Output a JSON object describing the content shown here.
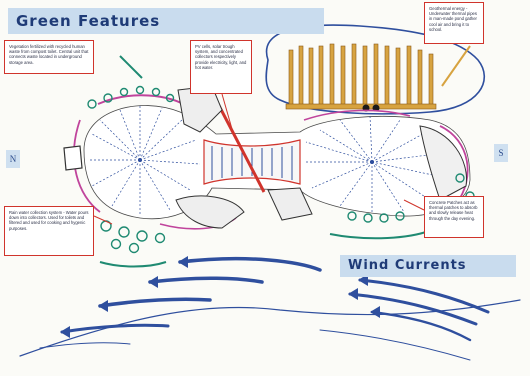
{
  "title": "Green Features",
  "wind_label": "Wind Currents",
  "compass": {
    "north": "N",
    "south": "S"
  },
  "notes": {
    "vegetation": "Vegetation fertilized with recycled human waste from compost toilet. Central unit that connects waste located in underground storage area.",
    "pv": "PV cells, solar trough system, and concentrated collectors respectively provide electricity, light, and hot water.",
    "geothermal": "Geothermal energy - Underwater thermal pipes in man-made pond gather cool air and bring it to school.",
    "rainwater": "Rain water collection system - Water pours down into collectors. Used for toilets and filtered and used for cooking and hygenic purposes.",
    "concrete": "Concrete Patches act as thermal patches to absorb and slowly release heat through the day evening."
  },
  "colors": {
    "banner_bg": "#c9dcee",
    "banner_text": "#1f3b77",
    "red_accent": "#d0342c",
    "magenta": "#c0449c",
    "wind_blue": "#2f4f9e",
    "pipe_orange": "#d7a340",
    "teal": "#1f8a72"
  }
}
